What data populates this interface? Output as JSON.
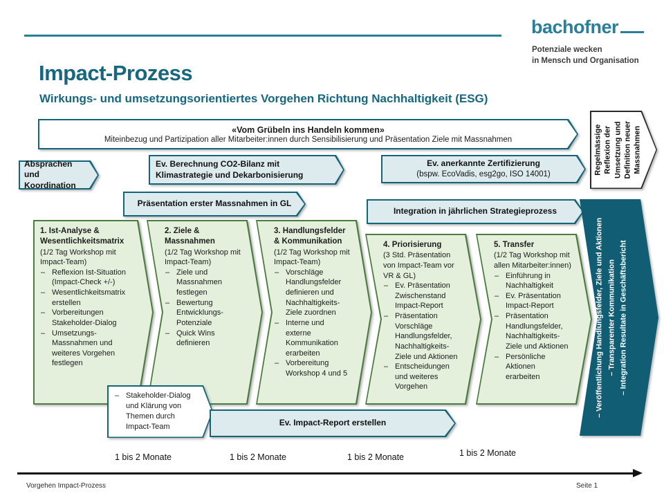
{
  "brand": {
    "logo": "bachofner",
    "tagline": "Potenziale wecken\nin Mensch und Organisation"
  },
  "header": {
    "title": "Impact-Prozess",
    "subtitle": "Wirkungs- und umsetzungsorientiertes Vorgehen Richtung Nachhaltigkeit (ESG)"
  },
  "banner": {
    "line1": "«Vom Grübeln ins Handeln kommen»",
    "line2": "Miteinbezug und Partizipation aller Mitarbeiter:innen durch Sensibilisierung und Präsentation Ziele mit Massnahmen"
  },
  "side_boxes": {
    "absprachen": "Absprachen und Koordination",
    "co2": "Ev. Berechnung CO2-Bilanz mit Klimastrategie und Dekarbonisierung",
    "zertifizierung_line1": "Ev. anerkannte Zertifizierung",
    "zertifizierung_line2": "(bspw. EcoVadis, esg2go, ISO 14001)",
    "praesentation_gl": "Präsentation erster Massnahmen in GL",
    "integration": "Integration in jährlichen Strategieprozess",
    "regelmaessige": "Regelmässige\nReflexion der\nUmsetzung und\nDefinition neuer\nMassnahmen",
    "stakeholder": "Stakeholder-Dialog und Klärung von Themen durch Impact-Team",
    "impact_report": "Ev. Impact-Report erstellen"
  },
  "process_steps": [
    {
      "title": "1. Ist-Analyse &\nWesentlichkeitsmatrix",
      "subtitle": "(1/2 Tag Workshop mit Impact-Team)",
      "bullets": [
        "Reflexion Ist-Situation (Impact-Check +/-)",
        "Wesentlichkeitsmatrix erstellen",
        "Vorbereitungen Stakeholder-Dialog",
        "Umsetzungs-Massnahmen und weiteres Vorgehen festlegen"
      ]
    },
    {
      "title": "2. Ziele &\nMassnahmen",
      "subtitle": "(1/2 Tag Workshop mit Impact-Team)",
      "bullets": [
        "Ziele und Massnahmen festlegen",
        "Bewertung Entwicklungs-Potenziale",
        "Quick Wins definieren"
      ]
    },
    {
      "title": "3. Handlungsfelder\n& Kommunikation",
      "subtitle": "(1/2 Tag Workshop mit Impact-Team)",
      "bullets": [
        "Vorschläge Handlungsfelder definieren und Nachhaltigkeits-Ziele zuordnen",
        "Interne und externe Kommunikation erarbeiten",
        "Vorbereitung Workshop 4 und 5"
      ]
    },
    {
      "title": "4. Priorisierung",
      "subtitle": "(3 Std. Präsentation von Impact-Team vor VR & GL)",
      "bullets": [
        "Ev. Präsentation Zwischenstand Impact-Report",
        "Präsentation Vorschläge Handlungsfelder, Nachhaltigkeits-Ziele und Aktionen",
        "Entscheidungen und weiteres Vorgehen"
      ]
    },
    {
      "title": "5. Transfer",
      "subtitle": "(1/2 Tag Workshop mit allen Mitarbeiter:innen)",
      "bullets": [
        "Einführung in Nachhaltigkeit",
        "Ev. Präsentation Impact-Report",
        "Präsentation Handlungsfelder, Nachhaltigkeits-Ziele und Aktionen",
        "Persönliche Aktionen erarbeiten"
      ]
    }
  ],
  "publish_arrow": {
    "lines": "– Veröffentlichung Handlungsfelder, Ziele und Aktionen\n– Transparenter Kommunikation\n– Integration Resultate in Geschäftsbericht"
  },
  "timeline": {
    "durations": [
      "1 bis 2 Monate",
      "1 bis 2 Monate",
      "1 bis 2 Monate",
      "1 bis 2 Monate"
    ]
  },
  "footer": {
    "left": "Vorgehen Impact-Prozess",
    "right": "Seite 1"
  },
  "colors": {
    "teal_accent": "#2a7f98",
    "teal_dark": "#156579",
    "teal_fill": "#ddebee",
    "green_fill": "#e5f0dc",
    "green_border": "#4d7c42",
    "publish_arrow_fill": "#115e74"
  }
}
